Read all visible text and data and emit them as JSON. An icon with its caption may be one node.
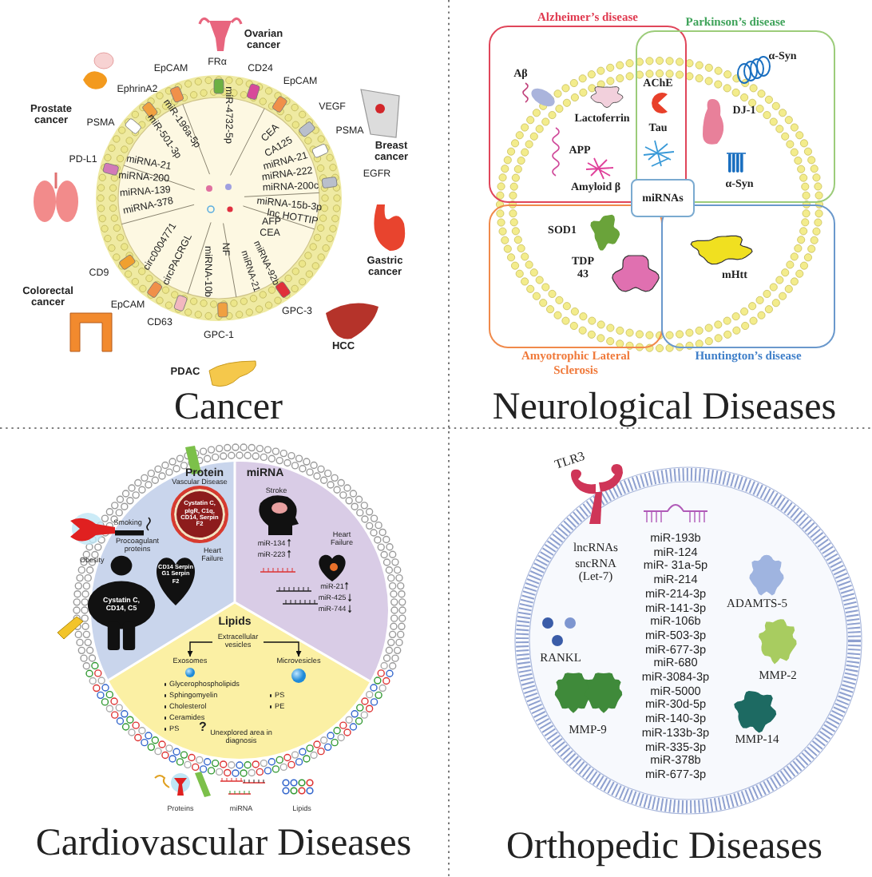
{
  "diagram": {
    "nodes": [
      {
        "text": [
          "Alzheimer’s disease"
        ]
      },
      {
        "text": [
          "Parkinson’s disease"
        ]
      },
      {
        "text": [
          "Amyotrophic Lateral Sclerosis"
        ]
      },
      {
        "text": [
          "Huntington’s disease"
        ]
      },
      {
        "text": [
          "miRNAs"
        ]
      },
      {
        "text": [
          "Vascular Disease",
          "Cystatin C, pIgR, C1q, CD14, Serpin F2"
        ]
      },
      {
        "text": [
          "Obesity",
          "Cystatin C, CD14, C5"
        ]
      },
      {
        "text": [
          "Heart Failure",
          "CD14 Serpin G1 Serpin F2"
        ]
      },
      {
        "text": [
          "Extracellular vesicles"
        ]
      },
      {
        "text": [
          "Exosomes"
        ]
      },
      {
        "text": [
          "Microvesicles"
        ]
      }
    ],
    "edges": [
      {
        "from": 8,
        "to": 9,
        "arrow": "to"
      },
      {
        "from": 8,
        "to": 10,
        "arrow": "to"
      }
    ],
    "labels": [
      "Ovarian cancer",
      "FRα",
      "EpCAM",
      "CD24",
      "EpCAM",
      "EphrinA2",
      "Prostate cancer",
      "VEGF",
      "PSMA",
      "PSMA",
      "Breast cancer",
      "PD-L1",
      "EGFR",
      "miR-196a-5p",
      "miR-501-3p",
      "miR-4732-5p",
      "CEA",
      "CA125",
      "miRNA-21",
      "miRNA-222",
      "miRNA-200c",
      "miRNA-21",
      "miRNA-200",
      "miRNA-139",
      "miRNA-378",
      "miRNA-15b-3p",
      "lnc HOTTIP",
      "AFP",
      "CEA",
      "miRNA-92b",
      "miRNA-21",
      "circ0004771",
      "circPACRGL",
      "NF",
      "miRNA-10b",
      "CD9",
      "Gastric cancer",
      "EpCAM",
      "Colorectal cancer",
      "GPC-3",
      "CD63",
      "GPC-1",
      "HCC",
      "PDAC",
      "Cancer",
      "Aβ",
      "Lactoferrin",
      "AChE",
      "α-Syn",
      "DJ-1",
      "Tau",
      "APP",
      "Amyloid β",
      "α-Syn",
      "SOD1",
      "TDP 43",
      "mHtt",
      "Neurological Diseases",
      "Protein",
      "miRNA",
      "Stroke",
      "Smoking",
      "Procoagulant proteins",
      "miR-134",
      "miR-223",
      "Heart Failure",
      "miR-21",
      "miR-425",
      "miR-744",
      "Lipids",
      "Glycerophospholipids",
      "Sphingomyelin",
      "Cholesterol",
      "Ceramides",
      "PS",
      "PS",
      "PE",
      "?",
      "Unexplored area in diagnosis",
      "Cardiovascular Diseases",
      "TLR3",
      "lncRNAs",
      "sncRNA (Let-7)",
      "miR-193b",
      "miR-124",
      "miR- 31a-5p",
      "miR-214",
      "miR-214-3p",
      "miR-141-3p",
      "miR-106b",
      "miR-503-3p",
      "miR-677-3p",
      "miR-680",
      "miR-3084-3p",
      "miR-5000",
      "miR-30d-5p",
      "miR-140-3p",
      "miR-133b-3p",
      "miR-335-3p",
      "miR-378b",
      "miR-677-3p",
      "ADAMTS-5",
      "RANKL",
      "MMP-2",
      "MMP-9",
      "MMP-14",
      "Orthopedic Diseases"
    ],
    "legend": [
      {
        "text": "Proteins"
      },
      {
        "text": "miRNA"
      },
      {
        "text": "Lipids"
      }
    ]
  }
}
